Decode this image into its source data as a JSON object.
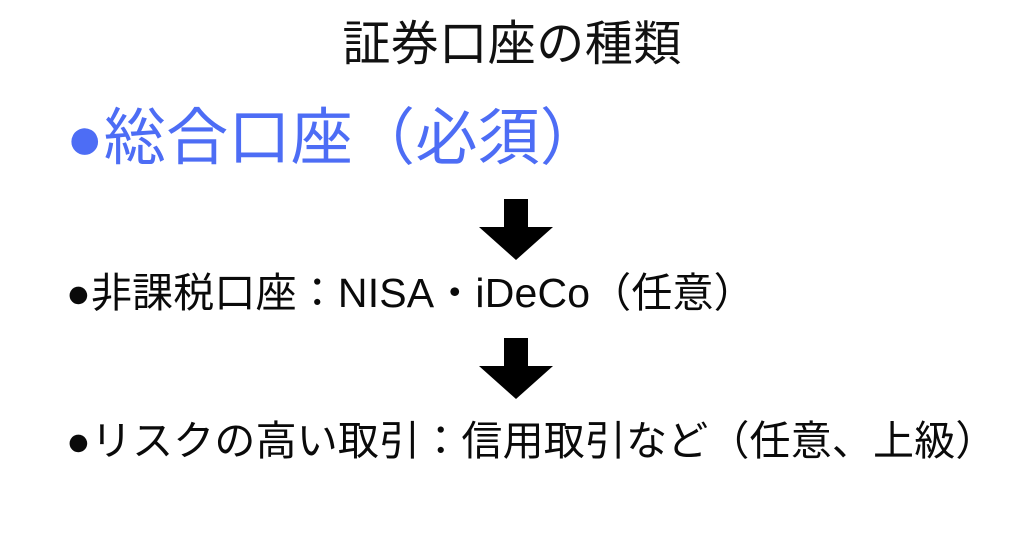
{
  "slide": {
    "background_color": "#ffffff",
    "title": "証券口座の種類"
  },
  "palette": {
    "title_color": "#111111",
    "primary_accent": "#4d6df5",
    "body_color": "#0a0a0a",
    "arrow_color": "#000000"
  },
  "flow": {
    "steps": [
      {
        "bullet": "●",
        "text": "総合口座（必須）",
        "full_text": "●総合口座（必須）",
        "color": "#4d6df5",
        "emphasis": "primary",
        "requirement": "必須"
      },
      {
        "bullet": "●",
        "text": "非課税口座：NISA・iDeCo（任意）",
        "full_text": "●非課税口座：NISA・iDeCo（任意）",
        "color": "#0a0a0a",
        "emphasis": "normal",
        "requirement": "任意"
      },
      {
        "bullet": "●",
        "text": "リスクの高い取引：信用取引など（任意、上級）",
        "full_text": "●リスクの高い取引：信用取引など（任意、上級）",
        "color": "#0a0a0a",
        "emphasis": "normal",
        "requirement": "任意、上級"
      }
    ],
    "connectors": [
      {
        "direction": "down",
        "symbol": "⬇",
        "between": "総合口座 → 非課税口座"
      },
      {
        "direction": "down",
        "symbol": "⬇",
        "between": "非課税口座 → リスクの高い取引"
      }
    ]
  }
}
